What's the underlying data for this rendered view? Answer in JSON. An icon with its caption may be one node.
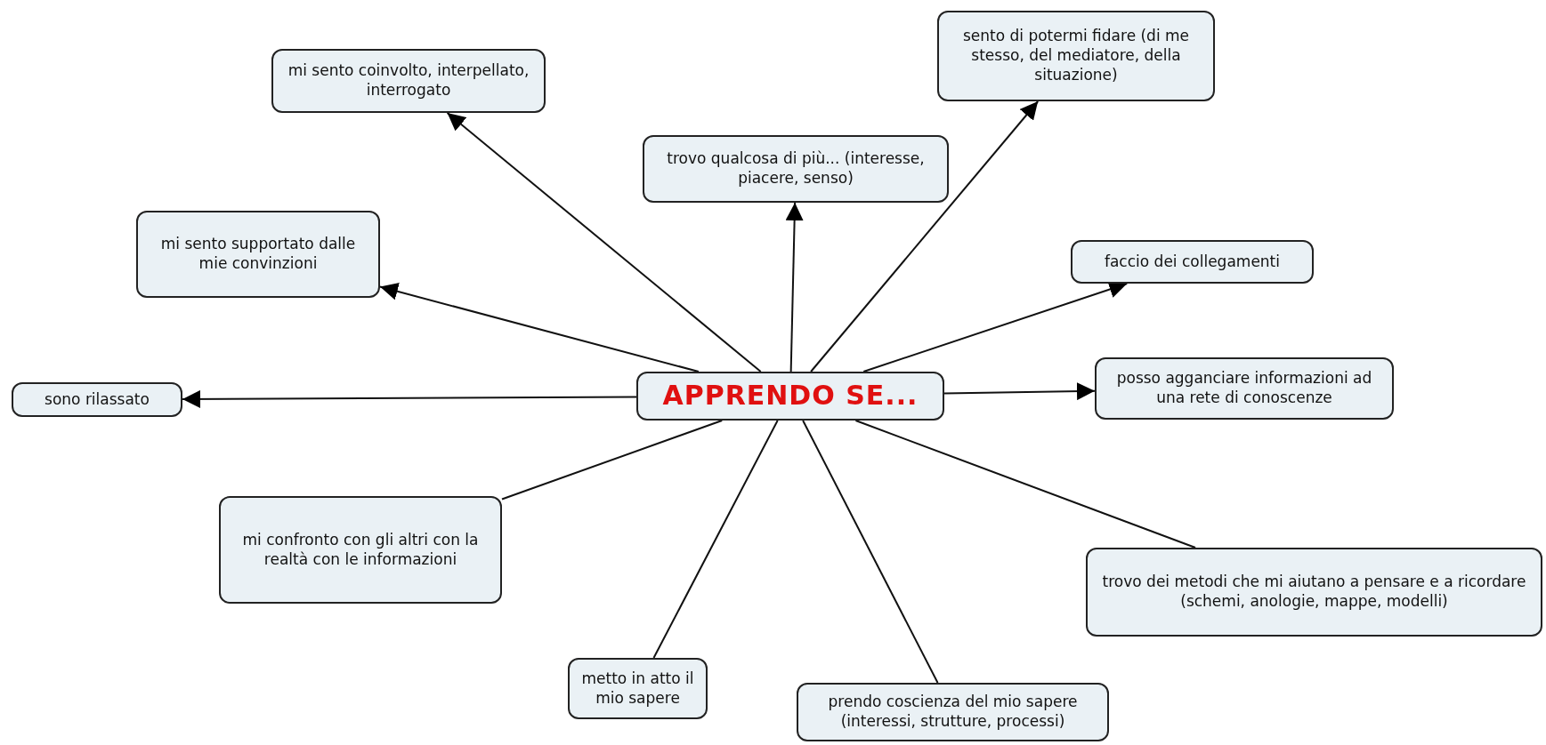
{
  "diagram": {
    "nodes": [
      {
        "text": [
          "APPRENDO SE..."
        ]
      },
      {
        "text": [
          "mi sento coinvolto, interpellato, interrogato"
        ]
      },
      {
        "text": [
          "sento di potermi fidare (di me stesso, del mediatore, della situazione)"
        ]
      },
      {
        "text": [
          "trovo qualcosa di più... (interesse, piacere, senso)"
        ]
      },
      {
        "text": [
          "mi sento supportato dalle mie convinzioni"
        ]
      },
      {
        "text": [
          "faccio dei collegamenti"
        ]
      },
      {
        "text": [
          "sono rilassato"
        ]
      },
      {
        "text": [
          "posso agganciare informazioni ad una rete di conoscenze"
        ]
      },
      {
        "text": [
          "mi confronto con gli altri con la realtà con le informazioni"
        ]
      },
      {
        "text": [
          "trovo dei metodi che mi aiutano a pensare e a ricordare (schemi, anologie, mappe, modelli)"
        ]
      },
      {
        "text": [
          "metto in atto il mio sapere"
        ]
      },
      {
        "text": [
          "prendo coscienza del mio sapere (interessi, strutture, processi)"
        ]
      }
    ],
    "edges": [
      {
        "from": 0,
        "to": 1,
        "arrow": "to"
      },
      {
        "from": 0,
        "to": 2,
        "arrow": "to"
      },
      {
        "from": 0,
        "to": 3,
        "arrow": "to"
      },
      {
        "from": 0,
        "to": 4,
        "arrow": "to"
      },
      {
        "from": 0,
        "to": 5,
        "arrow": "to"
      },
      {
        "from": 0,
        "to": 6,
        "arrow": "to"
      },
      {
        "from": 0,
        "to": 7,
        "arrow": "to"
      },
      {
        "from": 0,
        "to": 8,
        "arrow": "none"
      },
      {
        "from": 0,
        "to": 9,
        "arrow": "none"
      },
      {
        "from": 0,
        "to": 10,
        "arrow": "none"
      },
      {
        "from": 0,
        "to": 11,
        "arrow": "none"
      }
    ]
  }
}
